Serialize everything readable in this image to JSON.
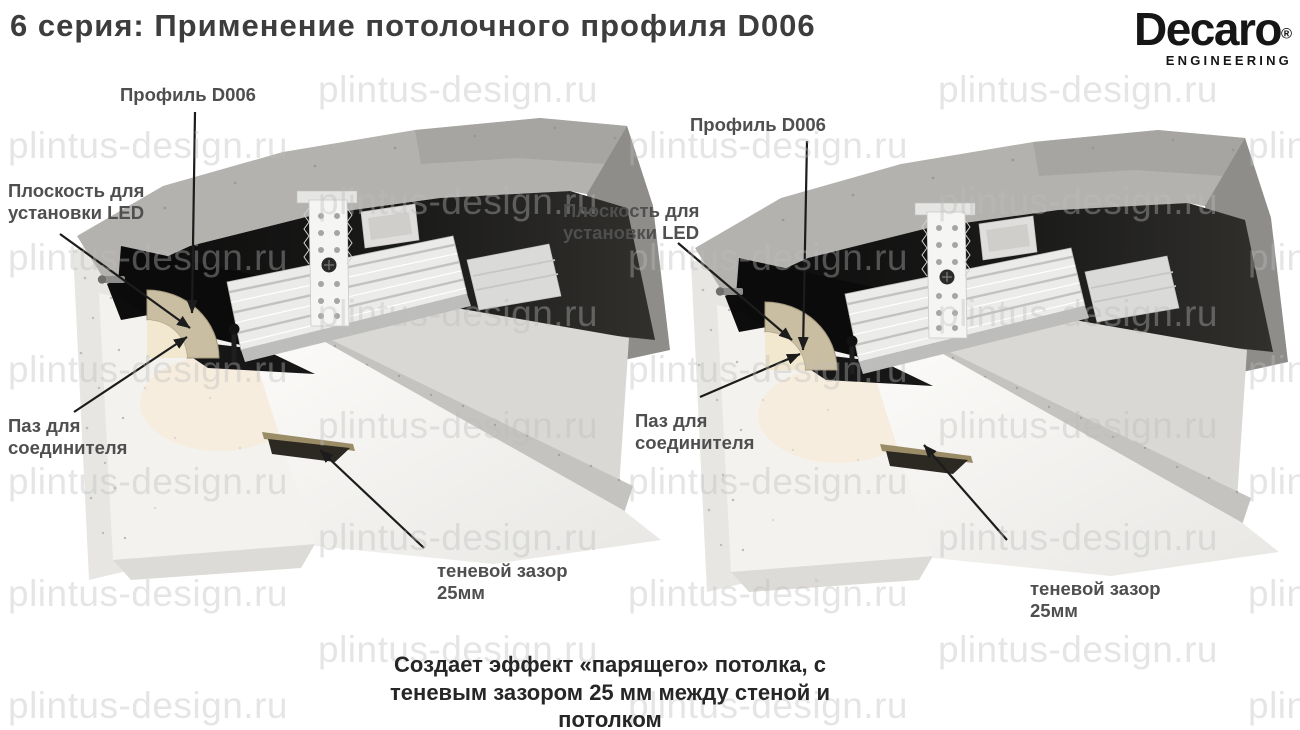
{
  "page": {
    "title": "6 серия: Применение потолочного профиля D006"
  },
  "logo": {
    "brand": "Decaro",
    "registered": "®",
    "subtitle": "ENGINEERING"
  },
  "watermark": {
    "text": "plintus-design.ru"
  },
  "diagrams": {
    "left": {
      "labels": {
        "profile": "Профиль D006",
        "led_plane": "Плоскость для\nустановки LED",
        "connector_groove": "Паз для\nсоединителя",
        "shadow_gap": "теневой зазор\n25мм"
      }
    },
    "right": {
      "labels": {
        "profile": "Профиль D006",
        "led_plane": "Плоскость для\nустановки LED",
        "connector_groove": "Паз для\nсоединителя",
        "shadow_gap": "теневой зазор\n25мм"
      }
    }
  },
  "caption": {
    "lines": [
      "Создает эффект «парящего» потолка, с",
      "теневым зазором 25 мм между стеной и",
      "потолком"
    ]
  },
  "colors": {
    "title_text": "#3d3d3d",
    "label_text": "#4f4f4f",
    "caption_text": "#262626",
    "logo_text": "#161616",
    "annotation_line": "#1c1c1c",
    "watermark_tint": "#bdbdbd",
    "concrete_light": "#b4b2af",
    "slab_underside_dark": "#141414",
    "drywall_white": "#f7f6f4",
    "led_plane_beige": "#e9dfc6"
  }
}
